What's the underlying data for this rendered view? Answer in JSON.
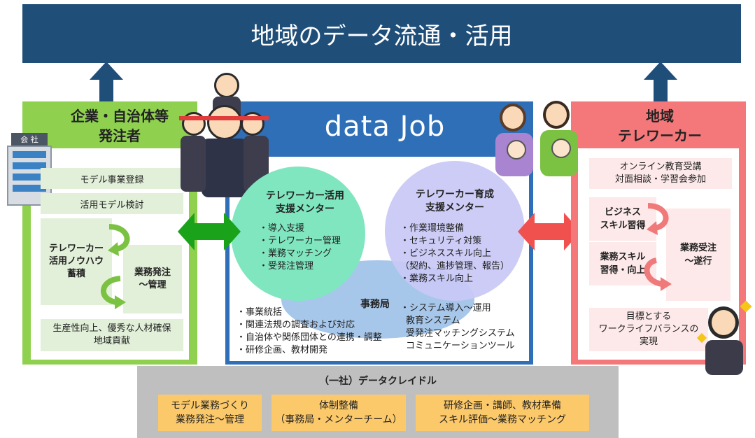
{
  "banner": {
    "title": "地域のデータ流通・活用"
  },
  "left_panel": {
    "title_line1": "企業・自治体等",
    "title_line2": "発注者",
    "building_sign": "会 社",
    "box_model_registration": "モデル事業登録",
    "box_model_review": "活用モデル検討",
    "knowhow_line1": "テレワーカー",
    "knowhow_line2": "活用ノウハウ",
    "knowhow_line3": "蓄積",
    "order_line1": "業務発注",
    "order_line2": "～管理",
    "result_line1": "生産性向上、優秀な人材確保",
    "result_line2": "地域貢献"
  },
  "center_panel": {
    "title": "data Job",
    "left_circle": {
      "title_line1": "テレワーカー活用",
      "title_line2": "支援メンター",
      "items": [
        "・導入支援",
        "・テレワーカー管理",
        "・業務マッチング",
        "・受発注管理"
      ]
    },
    "right_circle": {
      "title_line1": "テレワーカー育成",
      "title_line2": "支援メンター",
      "items": [
        "・作業環境整備",
        "・セキュリティ対策",
        "・ビジネススキル向上",
        "（契約、進捗管理、報告）",
        "・業務スキル向上"
      ]
    },
    "office": {
      "title": "事務局",
      "left_items": [
        "・事業統括",
        "・関連法規の調査および対応",
        "・自治体や関係団体との連携・調整",
        "・研修企画、教材開発"
      ],
      "right_items": [
        "・システム導入～運用",
        "教育システム",
        "受発注マッチングシステム",
        "コミュニケーションツール"
      ]
    }
  },
  "right_panel": {
    "title_line1": "地域",
    "title_line2": "テレワーカー",
    "online_line1": "オンライン教育受講",
    "online_line2": "対面相談・学習会参加",
    "business_skill_line1": "ビジネス",
    "business_skill_line2": "スキル習得",
    "work_skill_line1": "業務スキル",
    "work_skill_line2": "習得・向上",
    "execution_line1": "業務受注",
    "execution_line2": "～遂行",
    "goal_line1": "目標とする",
    "goal_line2": "ワークライフバランスの",
    "goal_line3": "実現"
  },
  "bottom": {
    "org_name": "（一社）データクレイドル",
    "box1_line1": "モデル業務づくり",
    "box1_line2": "業務発注～管理",
    "box2_line1": "体制整備",
    "box2_line2": "（事務局・メンターチーム）",
    "box3_line1": "研修企画・講師、教材準備",
    "box3_line2": "スキル評価～業務マッチング"
  },
  "colors": {
    "banner": "#1f4e79",
    "left_panel": "#8fd14f",
    "center_panel": "#2e6fb7",
    "right_panel": "#f4787a",
    "left_arrow": "#1aa31a",
    "right_arrow": "#f0514f",
    "circle_left": "#7fe6c0",
    "circle_right": "#c9c8f5",
    "office_ellipse": "#a7c7ea",
    "bottom_box": "#fcc96a"
  }
}
